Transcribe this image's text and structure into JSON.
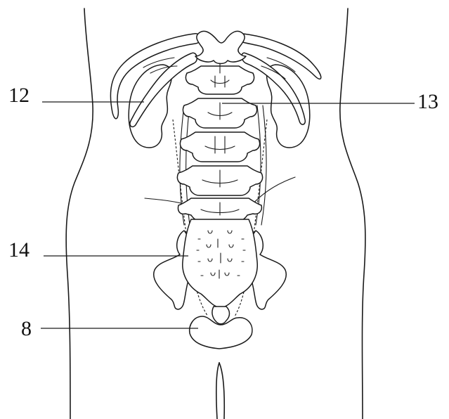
{
  "colors": {
    "ink": "#1a1a1a",
    "background": "#ffffff"
  },
  "callouts": [
    {
      "id": "12",
      "text": "12"
    },
    {
      "id": "13",
      "text": "13"
    },
    {
      "id": "14",
      "text": "14"
    },
    {
      "id": "8",
      "text": "8"
    }
  ]
}
